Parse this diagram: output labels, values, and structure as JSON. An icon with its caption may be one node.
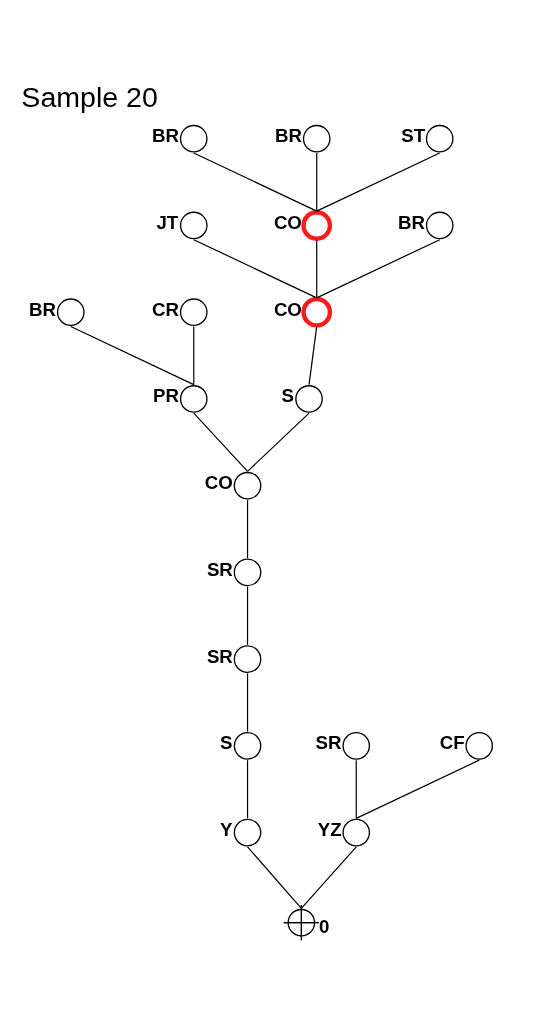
{
  "diagram": {
    "title": "Sample 20",
    "nodes": [
      {
        "text": [],
        "shape": "circle",
        "beside": [
          "BR"
        ]
      },
      {
        "text": [],
        "shape": "circle",
        "beside": [
          "BR"
        ]
      },
      {
        "text": [],
        "shape": "circle",
        "beside": [
          "ST"
        ]
      },
      {
        "text": [],
        "shape": "circle",
        "beside": [
          "JT"
        ]
      },
      {
        "text": [],
        "shape": "circle",
        "beside": [
          "CO"
        ]
      },
      {
        "text": [],
        "shape": "circle",
        "beside": [
          "BR"
        ]
      },
      {
        "text": [],
        "shape": "circle",
        "beside": [
          "BR"
        ]
      },
      {
        "text": [],
        "shape": "circle",
        "beside": [
          "CR"
        ]
      },
      {
        "text": [],
        "shape": "circle",
        "beside": [
          "CO"
        ]
      },
      {
        "text": [],
        "shape": "circle",
        "beside": [
          "PR"
        ]
      },
      {
        "text": [],
        "shape": "circle",
        "beside": [
          "S"
        ]
      },
      {
        "text": [],
        "shape": "circle",
        "beside": [
          "CO"
        ]
      },
      {
        "text": [],
        "shape": "circle",
        "beside": [
          "SR"
        ]
      },
      {
        "text": [],
        "shape": "circle",
        "beside": [
          "SR"
        ]
      },
      {
        "text": [],
        "shape": "circle",
        "beside": [
          "S"
        ]
      },
      {
        "text": [],
        "shape": "circle",
        "beside": [
          "SR"
        ]
      },
      {
        "text": [],
        "shape": "circle",
        "beside": [
          "CF"
        ]
      },
      {
        "text": [],
        "shape": "circle",
        "beside": [
          "Y"
        ]
      },
      {
        "text": [],
        "shape": "circle",
        "beside": [
          "YZ"
        ]
      },
      {
        "text": [],
        "shape": "circle",
        "beside": [
          "0"
        ]
      }
    ],
    "edges": [
      {
        "from": 0,
        "to": 4,
        "arrow": "none"
      },
      {
        "from": 1,
        "to": 4,
        "arrow": "none"
      },
      {
        "from": 2,
        "to": 4,
        "arrow": "none"
      },
      {
        "from": 3,
        "to": 8,
        "arrow": "none"
      },
      {
        "from": 4,
        "to": 8,
        "arrow": "none"
      },
      {
        "from": 5,
        "to": 8,
        "arrow": "none"
      },
      {
        "from": 6,
        "to": 9,
        "arrow": "none"
      },
      {
        "from": 7,
        "to": 9,
        "arrow": "none"
      },
      {
        "from": 8,
        "to": 10,
        "arrow": "none"
      },
      {
        "from": 9,
        "to": 11,
        "arrow": "none"
      },
      {
        "from": 10,
        "to": 11,
        "arrow": "none"
      },
      {
        "from": 11,
        "to": 12,
        "arrow": "none"
      },
      {
        "from": 12,
        "to": 13,
        "arrow": "none"
      },
      {
        "from": 13,
        "to": 14,
        "arrow": "none"
      },
      {
        "from": 14,
        "to": 17,
        "arrow": "none"
      },
      {
        "from": 15,
        "to": 18,
        "arrow": "none"
      },
      {
        "from": 16,
        "to": 18,
        "arrow": "none"
      },
      {
        "from": 17,
        "to": 19,
        "arrow": "none"
      },
      {
        "from": 18,
        "to": 19,
        "arrow": "none"
      }
    ]
  }
}
